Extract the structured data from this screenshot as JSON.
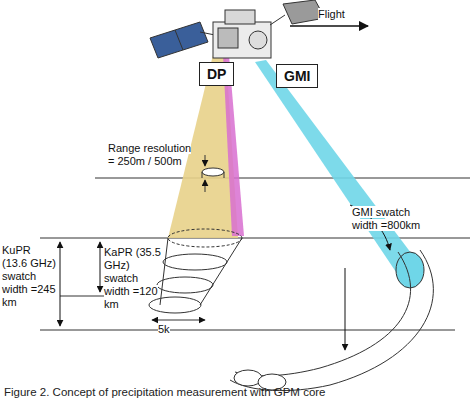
{
  "diagram": {
    "caption": "Figure 2. Concept of precipitation measurement with GPM core",
    "nodes": [
      {
        "text": [
          "DP"
        ]
      },
      {
        "text": [
          "GMI"
        ]
      }
    ],
    "labels": [
      "Flight",
      "Range resolution = 250m / 500m",
      "KuPR (13.6 GHz) swatch width =245 km",
      "KaPR (35.5 GHz) swatch width =120 km",
      "GMI swatch width =800km",
      "5k"
    ]
  }
}
